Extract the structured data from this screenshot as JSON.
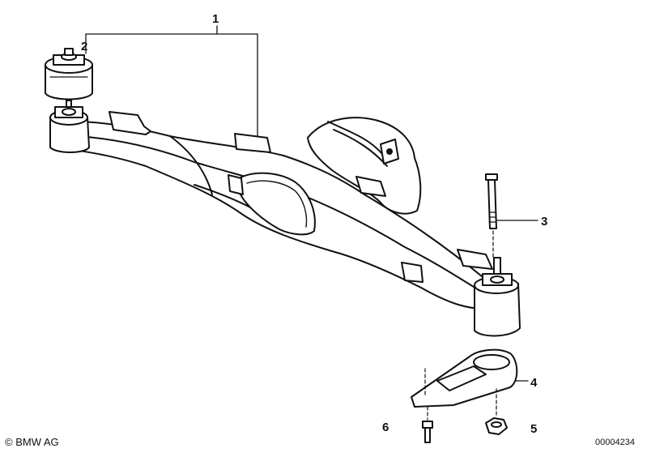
{
  "callouts": {
    "c1": "1",
    "c2": "2",
    "c3": "3",
    "c4": "4",
    "c5": "5",
    "c6": "6"
  },
  "footer": {
    "copyright": "© BMW AG",
    "doc_number": "00004234"
  }
}
